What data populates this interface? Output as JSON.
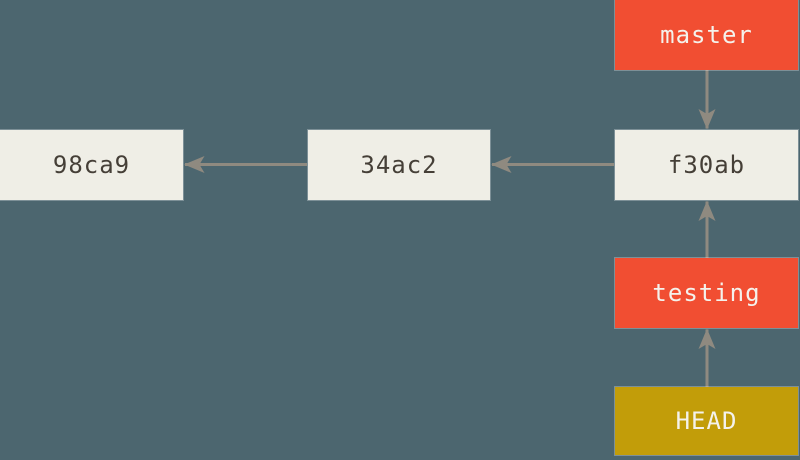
{
  "diagram": {
    "title": "git-branch-head-diagram",
    "commits": [
      {
        "id": "98ca9"
      },
      {
        "id": "34ac2"
      },
      {
        "id": "f30ab"
      }
    ],
    "branches": [
      {
        "name": "master",
        "points_to": "f30ab"
      },
      {
        "name": "testing",
        "points_to": "f30ab"
      }
    ],
    "head": {
      "label": "HEAD",
      "points_to": "testing"
    },
    "edges": [
      {
        "from": "f30ab",
        "to": "34ac2",
        "type": "parent-commit"
      },
      {
        "from": "34ac2",
        "to": "98ca9",
        "type": "parent-commit"
      },
      {
        "from": "master",
        "to": "f30ab",
        "type": "branch-pointer"
      },
      {
        "from": "testing",
        "to": "f30ab",
        "type": "branch-pointer"
      },
      {
        "from": "HEAD",
        "to": "testing",
        "type": "head-pointer"
      }
    ],
    "colors": {
      "background": "#4c666f",
      "commit_box": "#efeee6",
      "commit_text": "#453f37",
      "branch_box": "#f14e32",
      "head_box": "#c29d09",
      "label_text": "#f4f2ec",
      "arrow": "#8f8a80"
    }
  }
}
